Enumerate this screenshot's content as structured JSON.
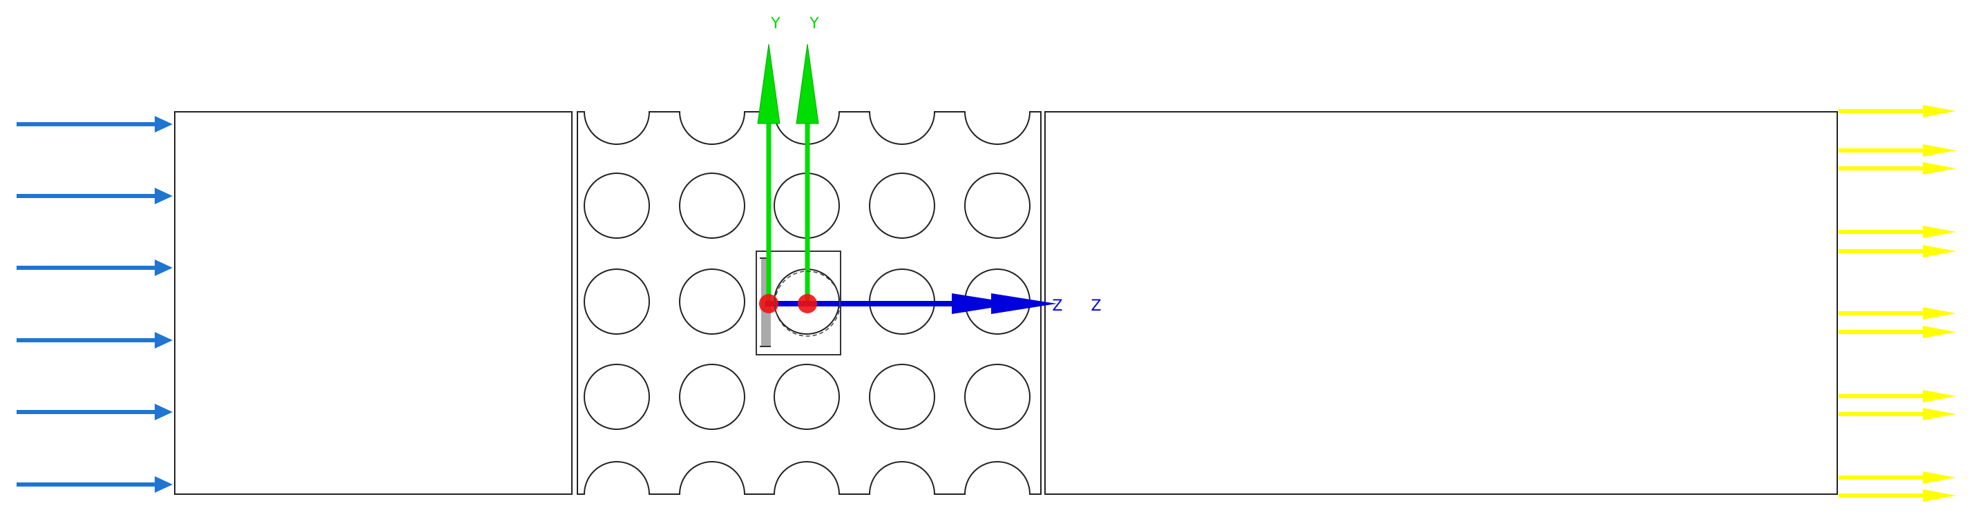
{
  "colors": {
    "background": "#ffffff",
    "outline": "#222222",
    "inlet_arrow": "#1f75d1",
    "outlet_arrow": "#ffff00",
    "y_axis": "#00dd00",
    "z_axis": "#0000dd",
    "origin_marker": "#ee1111",
    "selection_box": "#333333",
    "handle": "#aaaaaa"
  },
  "axes": {
    "y_label": "Y",
    "z_label": "Z",
    "triads": [
      {
        "name": "triad-1",
        "y_label": "Y",
        "z_label": "Z"
      },
      {
        "name": "triad-2",
        "y_label": "Y",
        "z_label": "Z"
      }
    ]
  },
  "model": {
    "regions": [
      "inlet-region",
      "pin-fin-region",
      "outlet-region"
    ],
    "pin_grid": {
      "columns": 5,
      "full_rows": 3,
      "half_rows": 2
    }
  },
  "boundary_conditions": {
    "inlet_arrow_count": 6,
    "outlet_arrow_count": 11,
    "inlet_icon": "arrow-right-icon",
    "outlet_icon": "arrow-right-icon"
  }
}
